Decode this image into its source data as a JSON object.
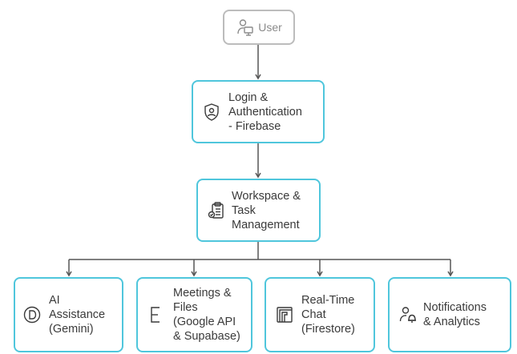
{
  "diagram": {
    "user": {
      "label": "User",
      "icon": "user-computer-icon"
    },
    "login": {
      "label": "Login &\nAuthentication\n- Firebase",
      "icon": "user-shield-icon"
    },
    "workspace": {
      "label": "Workspace &\nTask\nManagement",
      "icon": "clipboard-checklist-icon"
    },
    "ai": {
      "label": "AI\nAssistance\n(Gemini)",
      "icon": "circle-d-icon"
    },
    "meetings": {
      "label": "Meetings &\nFiles\n(Google API\n& Supabase)",
      "icon": "letter-e-icon"
    },
    "chat": {
      "label": "Real-Time\nChat\n(Firestore)",
      "icon": "layout-frame-icon"
    },
    "notifications": {
      "label": "Notifications\n& Analytics",
      "icon": "user-bell-icon"
    },
    "colors": {
      "accent": "#4fc6dc",
      "user_border": "#bcbcbc",
      "connector": "#555555",
      "text": "#3a3a3a"
    }
  }
}
